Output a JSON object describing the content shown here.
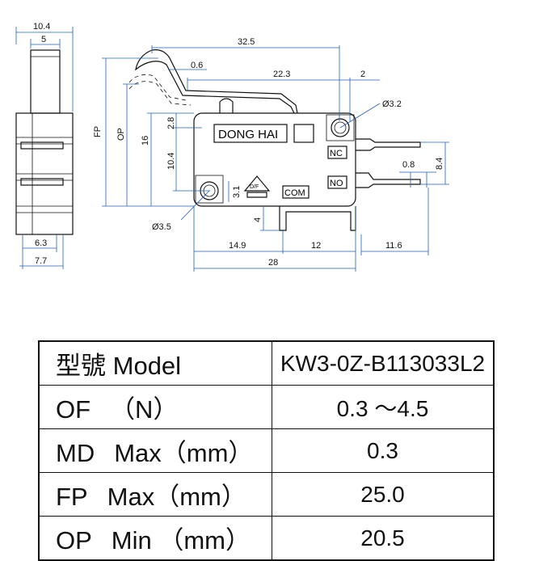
{
  "drawing": {
    "dims": {
      "d_10_4_top": "10.4",
      "d_5": "5",
      "d_32_5": "32.5",
      "d_0_6": "0.6",
      "d_22_3": "22.3",
      "d_2": "2",
      "d_phi3_2": "Ø3.2",
      "d_2_8": "2.8",
      "d_16": "16",
      "d_10_4": "10.4",
      "d_3_1": "3.1",
      "d_4": "4",
      "d_phi3_5": "Ø3.5",
      "d_0_8": "0.8",
      "d_8_4": "8.4",
      "d_14_9": "14.9",
      "d_12": "12",
      "d_11_6": "11.6",
      "d_28": "28",
      "d_6_3": "6.3",
      "d_7_7": "7.7",
      "fp": "FP",
      "op": "OP"
    },
    "labels": {
      "brand": "DONG HAI",
      "nc": "NC",
      "no": "NO",
      "com": "COM",
      "cert_top": "Δ",
      "cert_bottom": "D/F"
    }
  },
  "table": {
    "rows": [
      {
        "key_a": "型號",
        "key_b": "Model",
        "value": "KW3-0Z-B113033L2"
      },
      {
        "key_a": "OF",
        "key_b": "（N）",
        "value": "0.3 ～4.5"
      },
      {
        "key_a": "MD",
        "key_b": "Max（mm）",
        "value": "0.3"
      },
      {
        "key_a": "FP",
        "key_b": "Max（mm）",
        "value": "25.0"
      },
      {
        "key_a": "OP",
        "key_b": "Min （mm）",
        "value": "20.5"
      }
    ]
  }
}
